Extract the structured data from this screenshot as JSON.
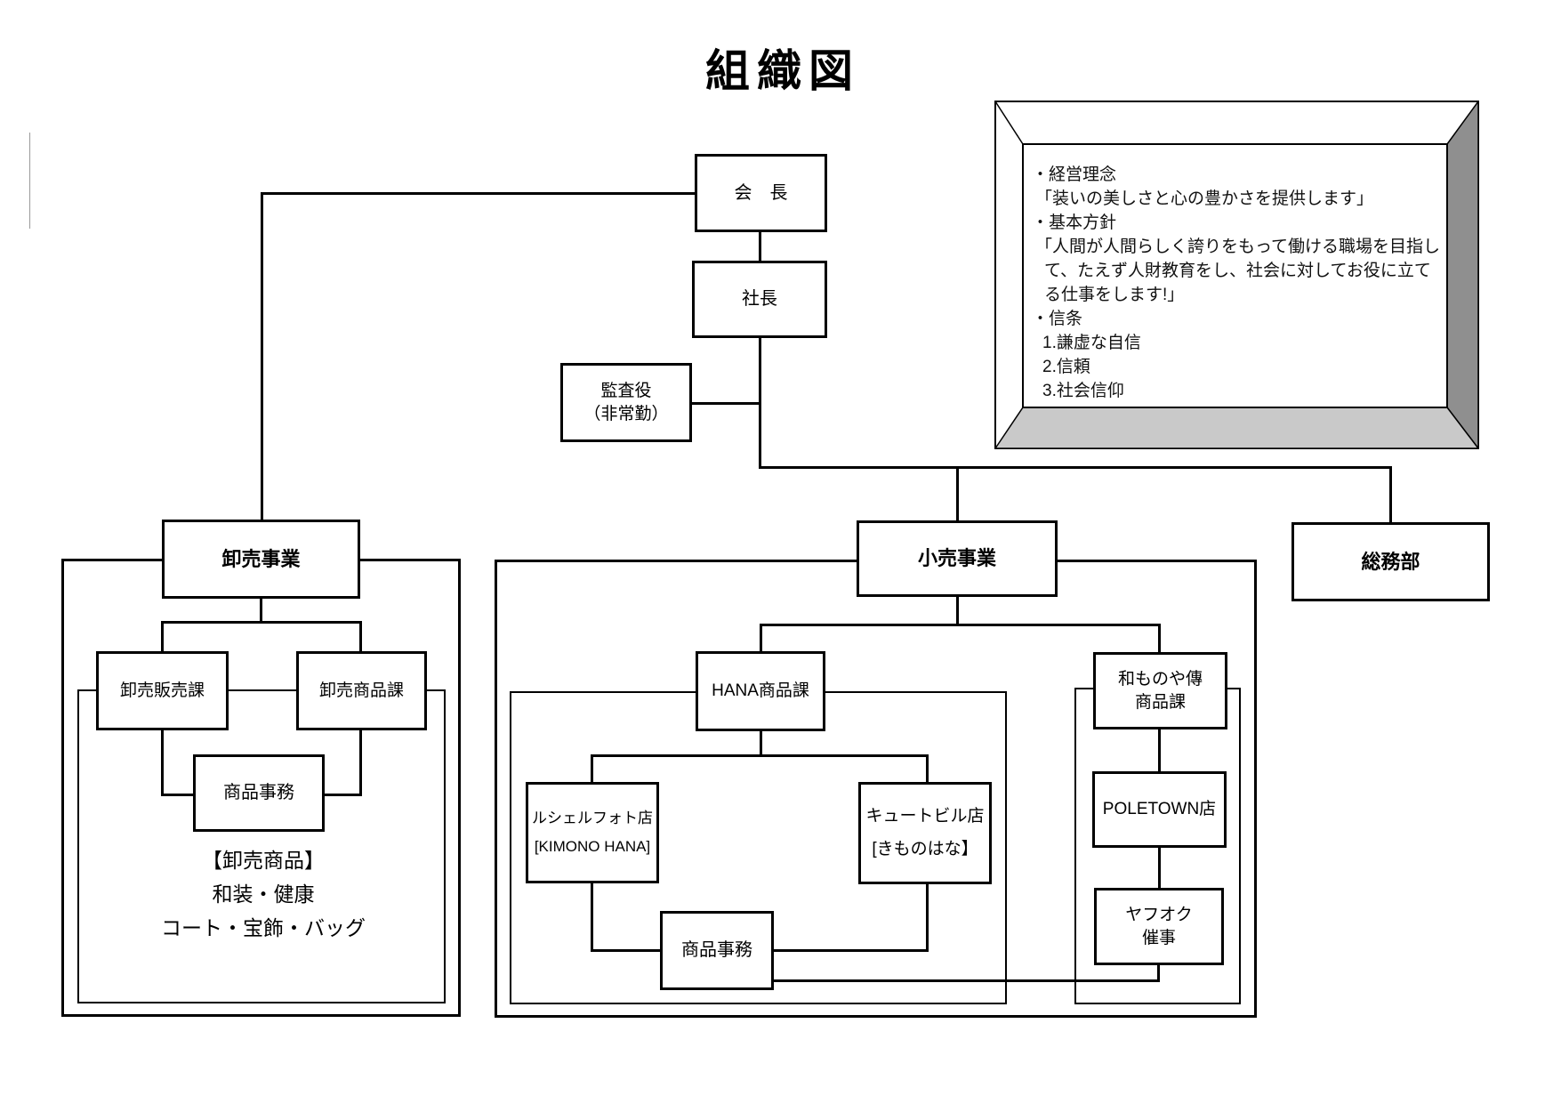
{
  "title": "組織図",
  "colors": {
    "line": "#000000",
    "background": "#ffffff",
    "bevel_right": "#8f8f8f",
    "bevel_bottom": "#c9c9c9"
  },
  "boxes": {
    "chairman": {
      "label": "会　長"
    },
    "president": {
      "label": "社長"
    },
    "auditor": {
      "line1": "監査役",
      "line2": "（非常勤）"
    },
    "wholesale_division": {
      "label": "卸売事業"
    },
    "retail_division": {
      "label": "小売事業"
    },
    "general_affairs": {
      "label": "総務部"
    },
    "wholesale_sales": {
      "label": "卸売販売課"
    },
    "wholesale_merchandise": {
      "label": "卸売商品課"
    },
    "merchandise_admin_wholesale": {
      "label": "商品事務"
    },
    "hana_merchandise": {
      "label": "HANA商品課"
    },
    "wamonoya_den": {
      "line1": "和ものや傳",
      "line2": "商品課"
    },
    "lucielle_photo": {
      "line1": "ルシェルフォト店",
      "line2": "[KIMONO HANA]"
    },
    "cute_building": {
      "line1": "キュートビル店",
      "line2": "[きものはな】"
    },
    "merchandise_admin_retail": {
      "label": "商品事務"
    },
    "poletown": {
      "label": "POLETOWN店"
    },
    "yahoo_auction": {
      "line1": "ヤフオク",
      "line2": "催事"
    }
  },
  "wholesale_note": {
    "line1": "【卸売商品】",
    "line2": "和装・健康",
    "line3": "コート・宝飾・バッグ"
  },
  "philosophy": {
    "lines": [
      "・経営理念",
      "「装いの美しさと心の豊かさを提供します」",
      "・基本方針",
      "「人間が人間らしく誇りをもって働ける職場を目指し",
      "て、たえず人財教育をし、社会に対してお役に立て",
      "る仕事をします!」",
      "・信条",
      "1.謙虚な自信",
      "2.信頼",
      "3.社会信仰"
    ]
  }
}
